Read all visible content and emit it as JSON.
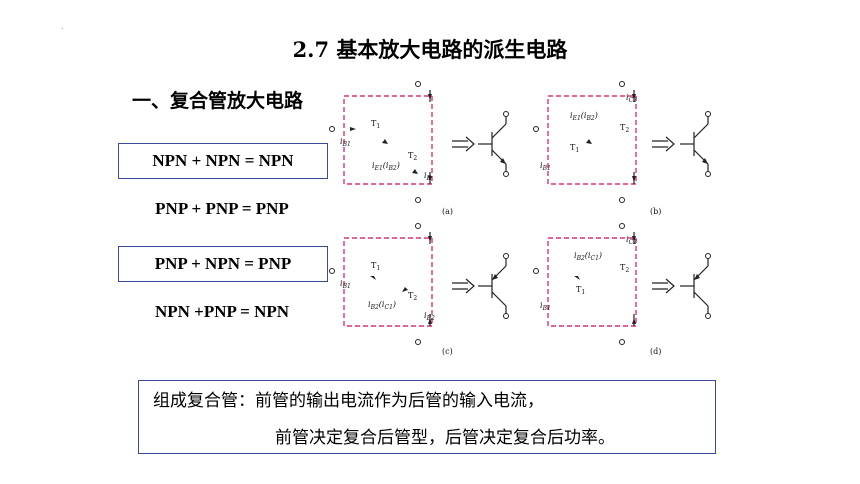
{
  "title": "2.7  基本放大电路的派生电路",
  "section": "一、复合管放大电路",
  "formulas": [
    {
      "text": "NPN + NPN = NPN",
      "boxed": true
    },
    {
      "text": "PNP + PNP = PNP",
      "boxed": false
    },
    {
      "text": "PNP + NPN = PNP",
      "boxed": true
    },
    {
      "text": "NPN +PNP = NPN",
      "boxed": false
    }
  ],
  "note": {
    "line1": "组成复合管：前管的输出电流作为后管的输入电流，",
    "line2": "前管决定复合后管型，后管决定复合后功率。"
  },
  "circuits": [
    {
      "caption": "(a)",
      "t1": "T",
      "t1_sub": "1",
      "t2": "T",
      "t2_sub": "2",
      "in_current": "i",
      "in_sub": "B1",
      "mid_current": "i",
      "mid_sub": "E1",
      "mid_paren": "(i",
      "mid_paren_sub": "B2",
      "out_current": "i",
      "out_sub": "E"
    },
    {
      "caption": "(b)",
      "t1": "T",
      "t1_sub": "1",
      "t2": "T",
      "t2_sub": "2",
      "in_current": "i",
      "in_sub": "B1",
      "mid_current": "i",
      "mid_sub": "E1",
      "mid_paren": "(i",
      "mid_paren_sub": "B2",
      "out_current": "i",
      "out_sub": "C2"
    },
    {
      "caption": "(c)",
      "t1": "T",
      "t1_sub": "1",
      "t2": "T",
      "t2_sub": "2",
      "in_current": "i",
      "in_sub": "B1",
      "mid_current": "i",
      "mid_sub": "B2",
      "mid_paren": "(i",
      "mid_paren_sub": "C1",
      "out_current": "i",
      "out_sub": "E2"
    },
    {
      "caption": "(d)",
      "t1": "T",
      "t1_sub": "1",
      "t2": "T",
      "t2_sub": "2",
      "in_current": "i",
      "in_sub": "B1",
      "mid_current": "i",
      "mid_sub": "B2",
      "mid_paren": "(i",
      "mid_paren_sub": "C1",
      "out_current": "i",
      "out_sub": "C2"
    }
  ]
}
